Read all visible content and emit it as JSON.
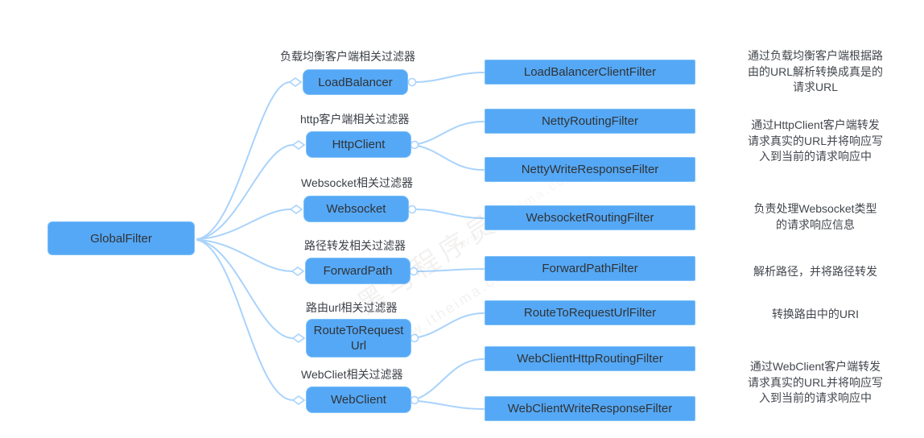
{
  "root_label": "GlobalFilter",
  "branches": [
    {
      "category": "负载均衡客户端相关过滤器",
      "node": "LoadBalancer",
      "children": [
        "LoadBalancerClientFilter"
      ],
      "desc_lines": [
        "通过负载均衡客户端根据路",
        "由的URL解析转换成真是的",
        "请求URL"
      ]
    },
    {
      "category": "http客户端相关过滤器",
      "node": "HttpClient",
      "children": [
        "NettyRoutingFilter",
        "NettyWriteResponseFilter"
      ],
      "desc_lines": [
        "通过HttpClient客户端转发",
        "请求真实的URL并将响应写",
        "入到当前的请求响应中"
      ]
    },
    {
      "category": "Websocket相关过滤器",
      "node": "Websocket",
      "children": [
        "WebsocketRoutingFilter"
      ],
      "desc_lines": [
        "负责处理Websocket类型",
        "的请求响应信息"
      ]
    },
    {
      "category": "路径转发相关过滤器",
      "node": "ForwardPath",
      "children": [
        "ForwardPathFilter"
      ],
      "desc_lines": [
        "解析路径，并将路径转发"
      ]
    },
    {
      "category": "路由url相关过滤器",
      "node": "RouteToRequestUrl",
      "children": [
        "RouteToRequestUrlFilter"
      ],
      "desc_lines": [
        "转换路由中的URI"
      ]
    },
    {
      "category": "WebCliet相关过滤器",
      "node": "WebClient",
      "children": [
        "WebClientHttpRoutingFilter",
        "WebClientWriteResponseFilter"
      ],
      "desc_lines": [
        "通过WebClient客户端转发",
        "请求真实的URL并将响应写",
        "入到当前的请求响应中"
      ]
    }
  ],
  "watermarks": [
    "黑马程序员",
    "www.itheima.com"
  ],
  "colors": {
    "node_fill": "#55a8f5",
    "node_border": "#7cc0f9",
    "connector": "#a9d3fb",
    "node_text": "#2f3338",
    "label_text": "#3b3f46",
    "desc_text": "#43474d",
    "watermark_color": "#a09488"
  }
}
